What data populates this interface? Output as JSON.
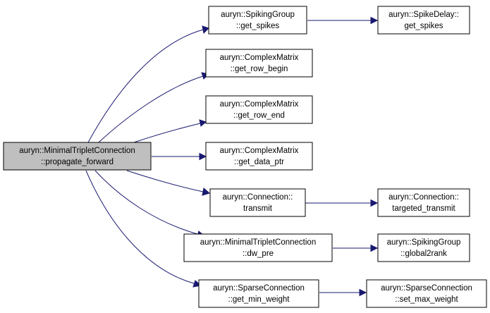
{
  "graph": {
    "colors": {
      "root_fill": "#bfbfbf",
      "node_fill": "#ffffff",
      "edge": "#191970",
      "border": "#000000"
    },
    "nodes": [
      {
        "id": "root",
        "line1": "auryn::MinimalTripletConnection",
        "line2": "::propagate_forward",
        "is_root": true
      },
      {
        "id": "sg_get_spikes",
        "line1": "auryn::SpikingGroup",
        "line2": "::get_spikes"
      },
      {
        "id": "sd_get_spikes",
        "line1": "auryn::SpikeDelay::",
        "line2": "get_spikes"
      },
      {
        "id": "cm_row_begin",
        "line1": "auryn::ComplexMatrix",
        "line2": "::get_row_begin"
      },
      {
        "id": "cm_row_end",
        "line1": "auryn::ComplexMatrix",
        "line2": "::get_row_end"
      },
      {
        "id": "cm_data_ptr",
        "line1": "auryn::ComplexMatrix",
        "line2": "::get_data_ptr"
      },
      {
        "id": "conn_transmit",
        "line1": "auryn::Connection::",
        "line2": "transmit"
      },
      {
        "id": "conn_targeted",
        "line1": "auryn::Connection::",
        "line2": "targeted_transmit"
      },
      {
        "id": "mtc_dw_pre",
        "line1": "auryn::MinimalTripletConnection",
        "line2": "::dw_pre"
      },
      {
        "id": "sg_global2rank",
        "line1": "auryn::SpikingGroup",
        "line2": "::global2rank"
      },
      {
        "id": "sc_min_weight",
        "line1": "auryn::SparseConnection",
        "line2": "::get_min_weight"
      },
      {
        "id": "sc_max_weight",
        "line1": "auryn::SparseConnection",
        "line2": "::set_max_weight"
      }
    ],
    "edges": [
      {
        "from": "root",
        "to": "sg_get_spikes"
      },
      {
        "from": "root",
        "to": "cm_row_begin"
      },
      {
        "from": "root",
        "to": "cm_row_end"
      },
      {
        "from": "root",
        "to": "cm_data_ptr"
      },
      {
        "from": "root",
        "to": "conn_transmit"
      },
      {
        "from": "root",
        "to": "mtc_dw_pre"
      },
      {
        "from": "root",
        "to": "sc_min_weight"
      },
      {
        "from": "sg_get_spikes",
        "to": "sd_get_spikes"
      },
      {
        "from": "conn_transmit",
        "to": "conn_targeted"
      },
      {
        "from": "mtc_dw_pre",
        "to": "sg_global2rank"
      },
      {
        "from": "sc_min_weight",
        "to": "sc_max_weight"
      }
    ]
  }
}
